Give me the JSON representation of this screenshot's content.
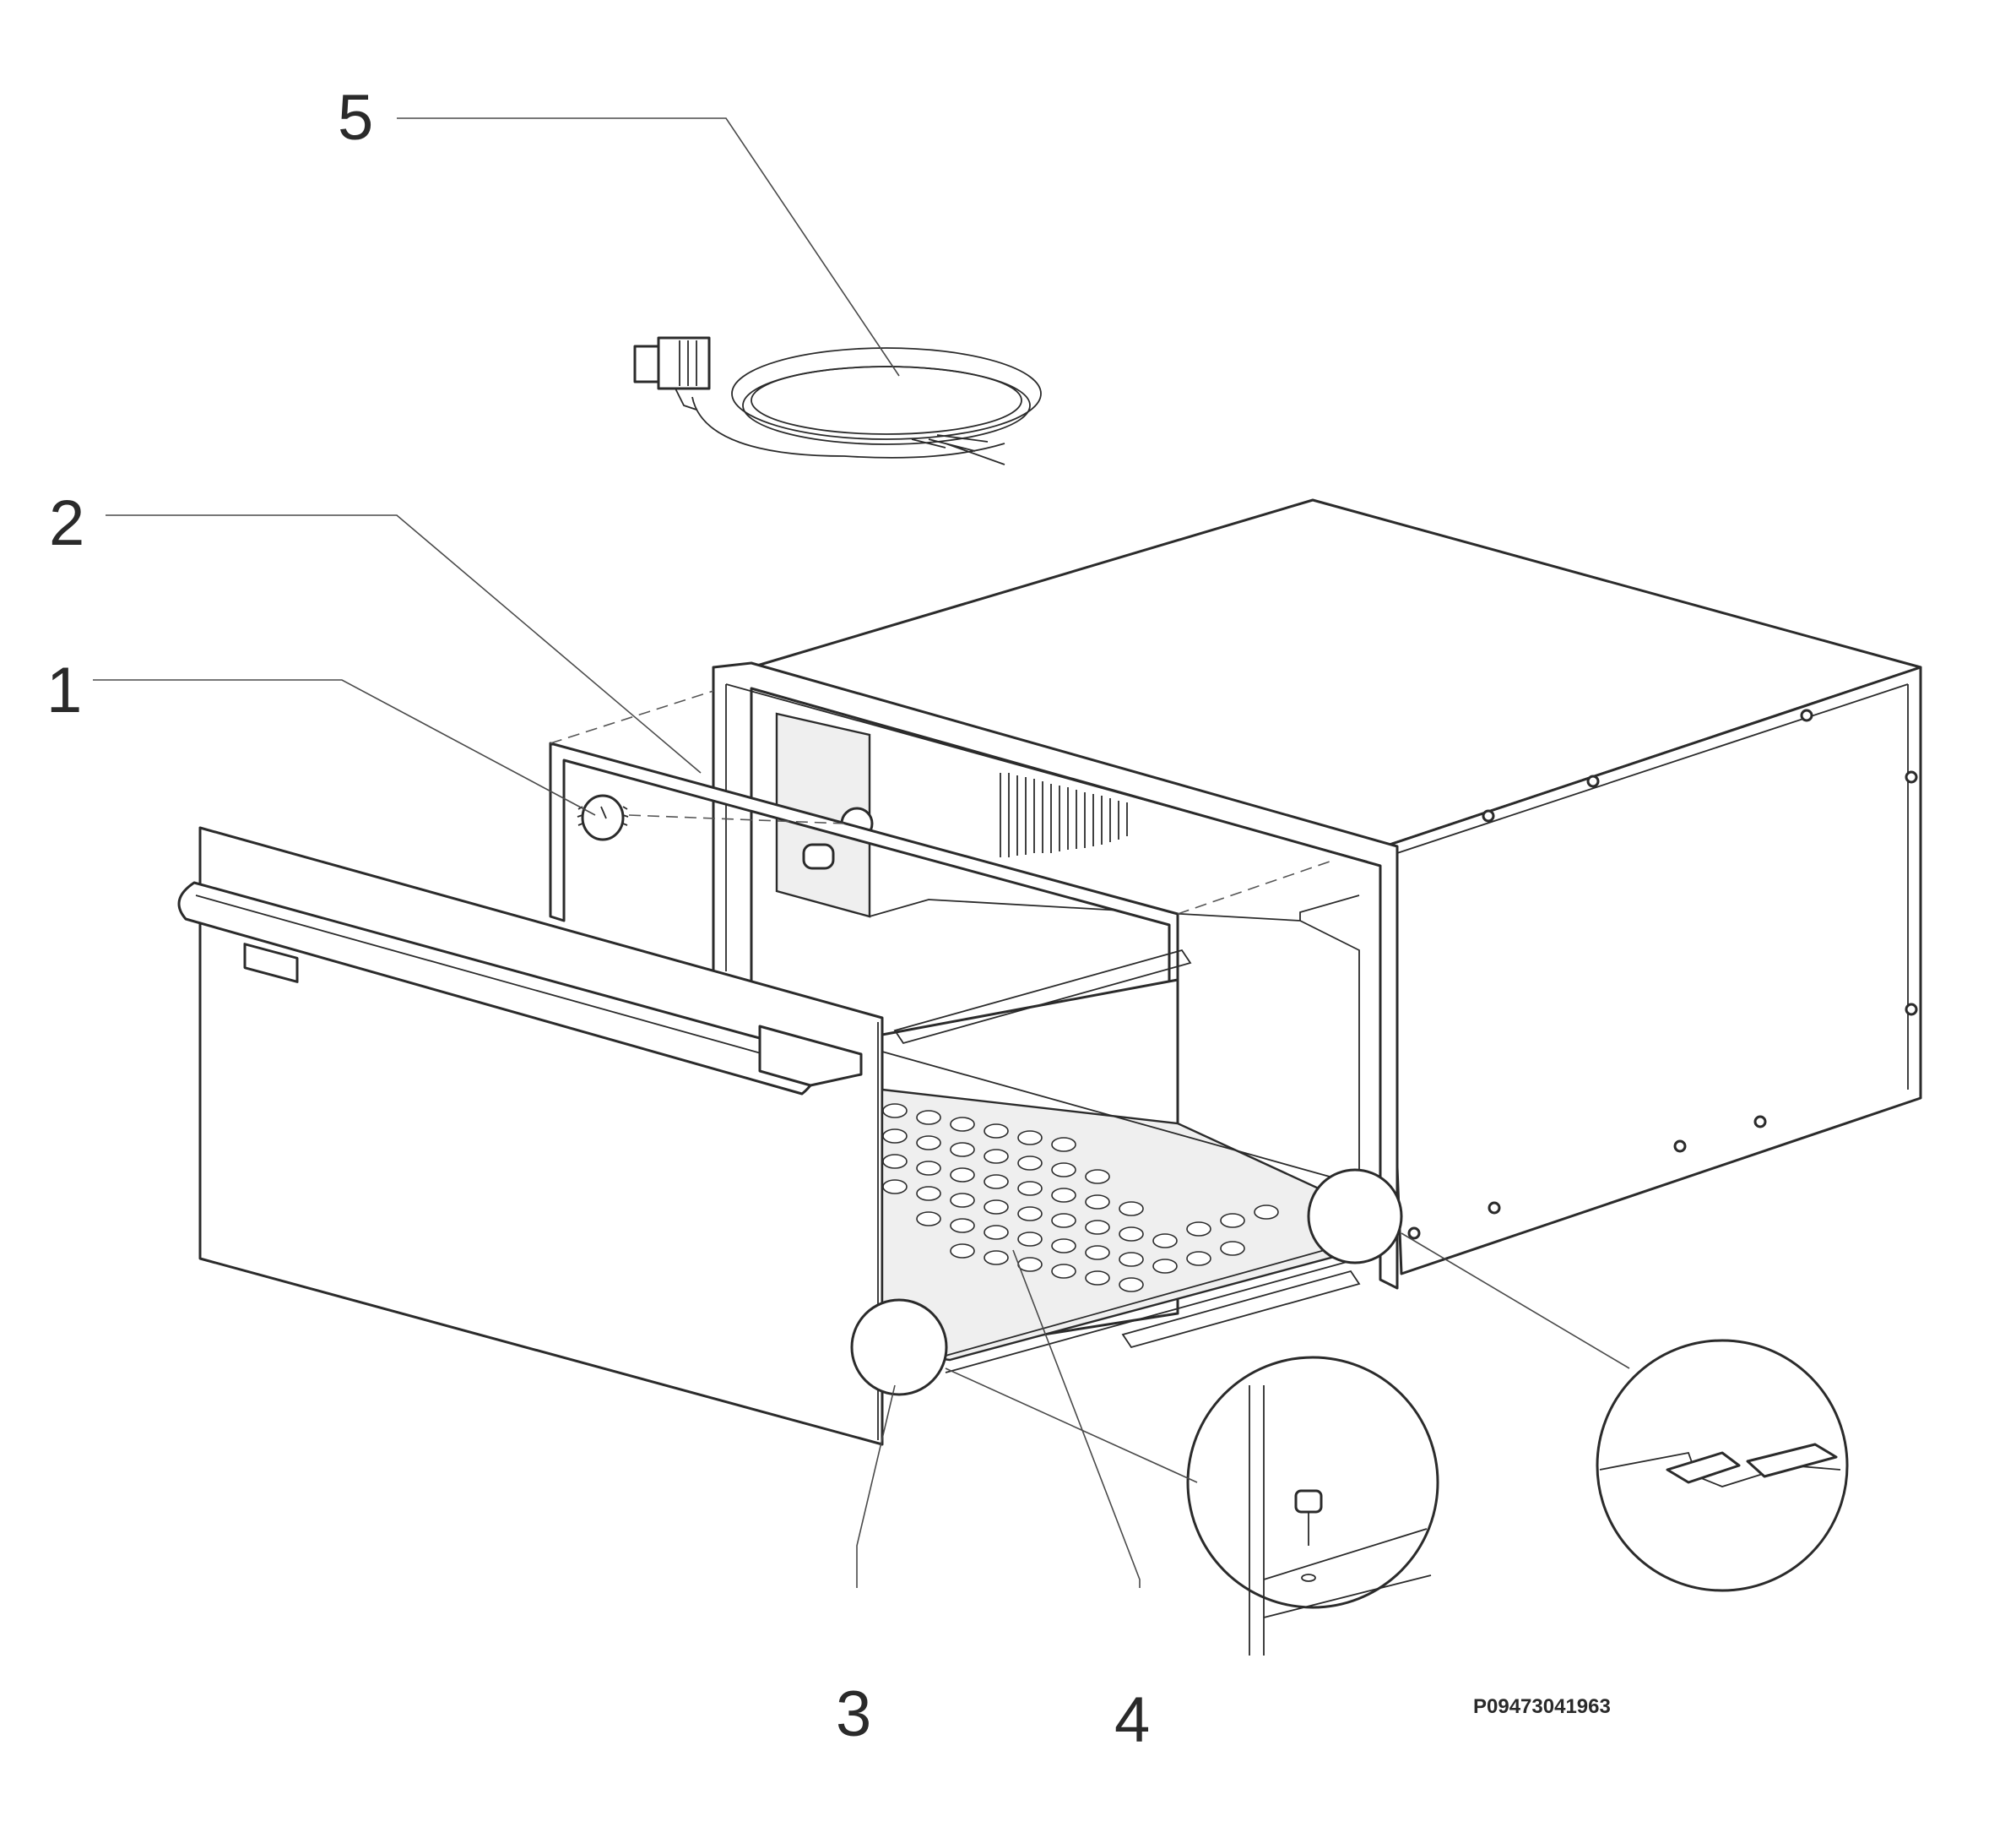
{
  "callouts": [
    {
      "id": "1",
      "label": "1"
    },
    {
      "id": "2",
      "label": "2"
    },
    {
      "id": "3",
      "label": "3"
    },
    {
      "id": "4",
      "label": "4"
    },
    {
      "id": "5",
      "label": "5"
    }
  ],
  "drawing_code": "P09473041963",
  "colors": {
    "line": "#2b2b2b",
    "background": "#ffffff",
    "leader": "#4a4a4a"
  }
}
